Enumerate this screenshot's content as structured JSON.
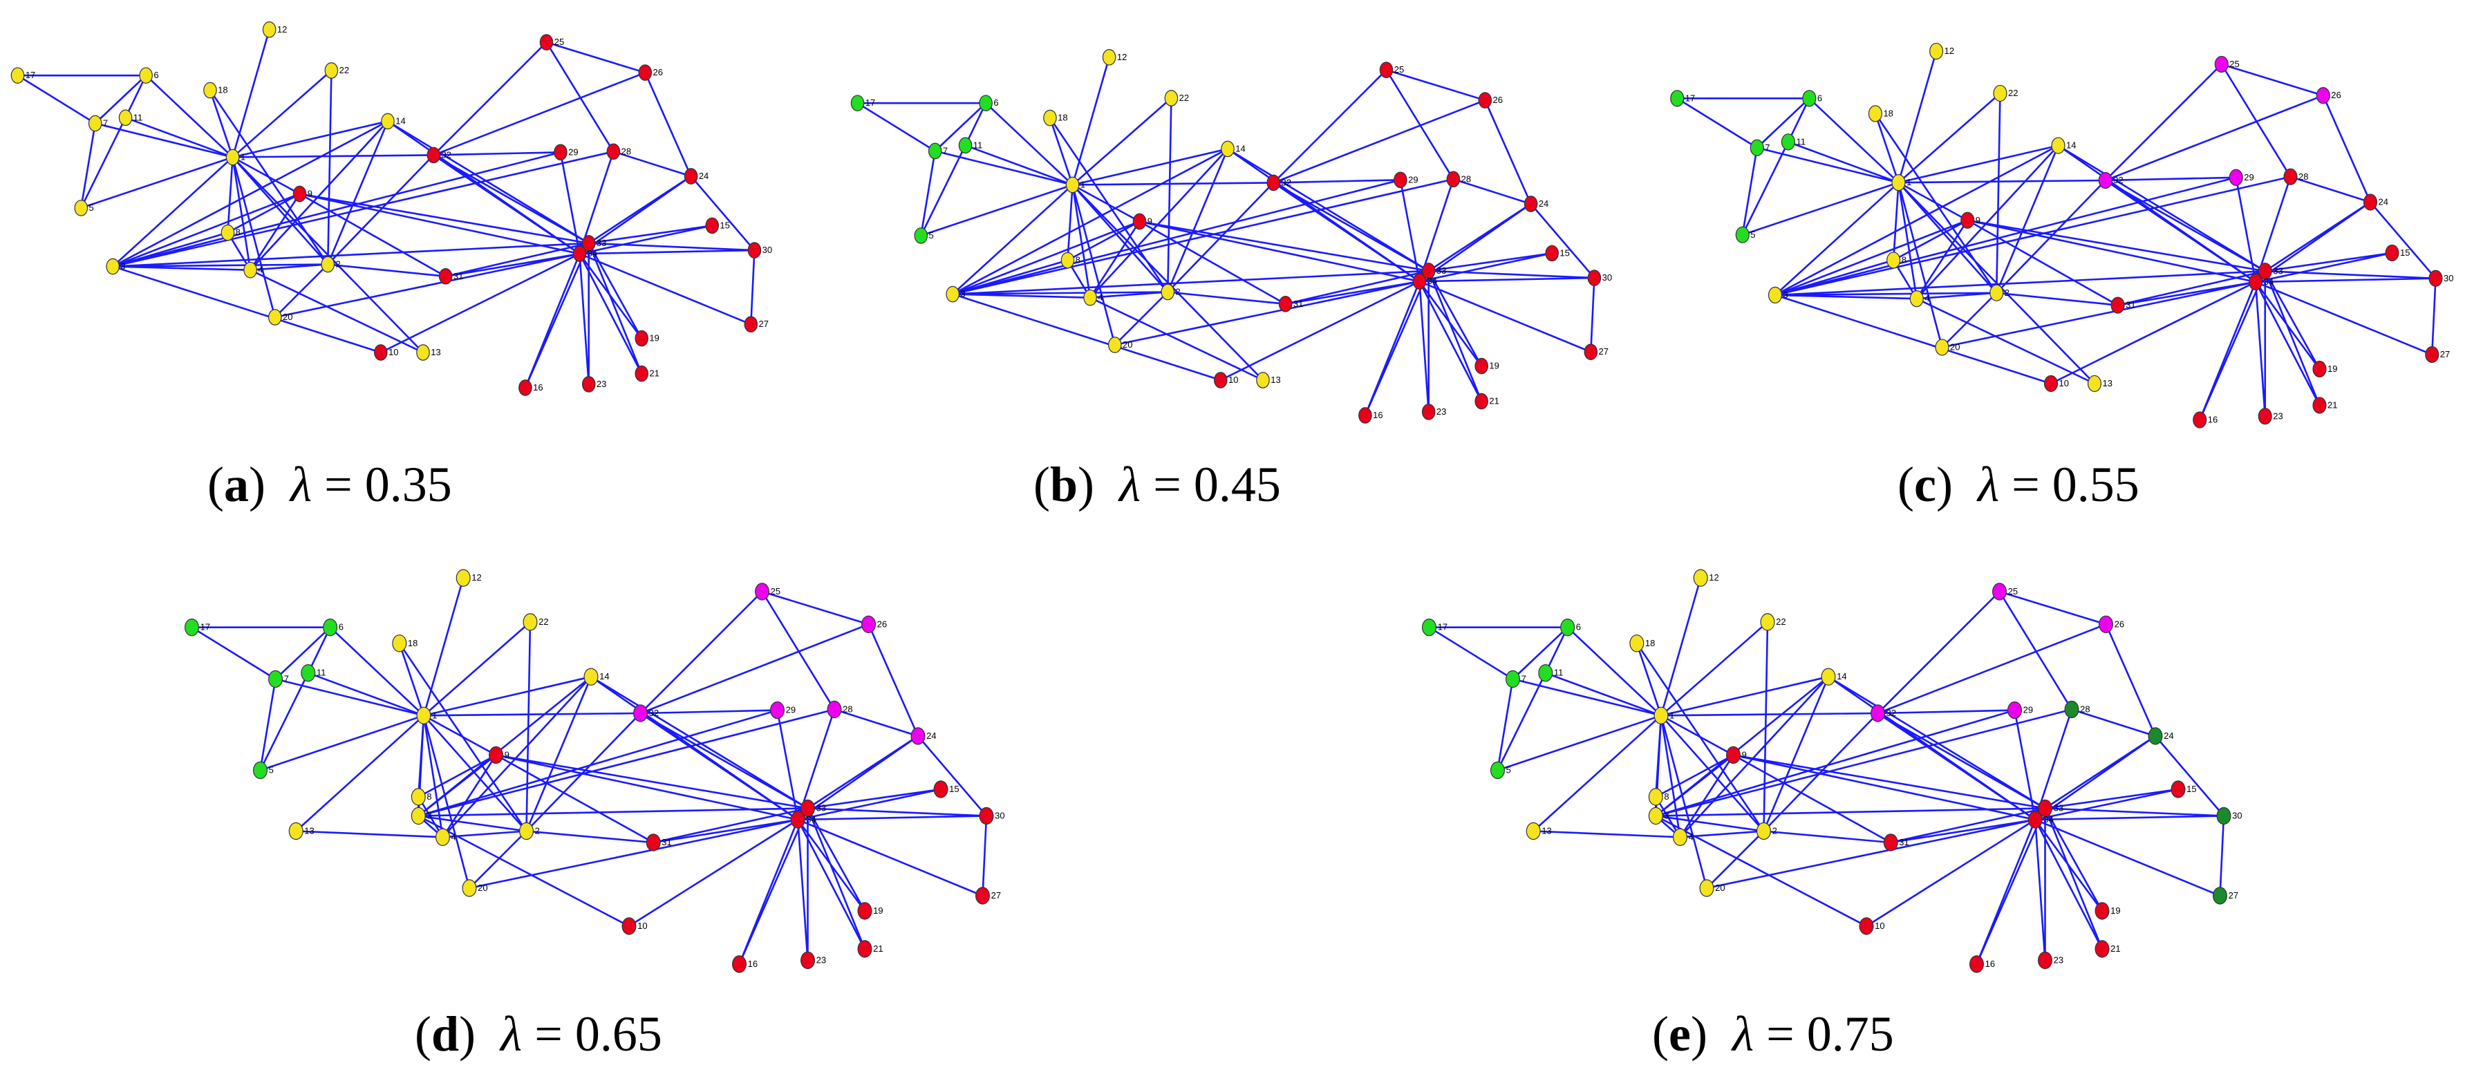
{
  "colors": {
    "edge": "#1a1aff",
    "yellow": "#f5e31e",
    "green": "#22dd22",
    "red": "#e8001c",
    "magenta": "#ee00ee",
    "darkgreen": "#1a8a2a"
  },
  "panels": [
    {
      "id": "a",
      "tag": "a",
      "lambda_symbol": "λ",
      "equals": "=",
      "value": "0.35",
      "groups": {
        "yellow": [
          "1",
          "2",
          "3",
          "4",
          "5",
          "6",
          "7",
          "8",
          "11",
          "12",
          "13",
          "14",
          "17",
          "18",
          "20",
          "22"
        ],
        "red": [
          "9",
          "10",
          "15",
          "16",
          "19",
          "21",
          "23",
          "24",
          "25",
          "26",
          "27",
          "28",
          "29",
          "30",
          "31",
          "32",
          "33",
          "34"
        ]
      }
    },
    {
      "id": "b",
      "tag": "b",
      "lambda_symbol": "λ",
      "equals": "=",
      "value": "0.45",
      "groups": {
        "green": [
          "5",
          "6",
          "7",
          "11",
          "17"
        ],
        "red": [
          "9",
          "10",
          "15",
          "16",
          "19",
          "21",
          "23",
          "24",
          "25",
          "26",
          "27",
          "28",
          "29",
          "30",
          "31",
          "32",
          "33",
          "34"
        ]
      }
    },
    {
      "id": "c",
      "tag": "c",
      "lambda_symbol": "λ",
      "equals": "=",
      "value": "0.55",
      "groups": {
        "green": [
          "5",
          "6",
          "7",
          "11",
          "17"
        ],
        "magenta": [
          "25",
          "26",
          "29",
          "32"
        ]
      }
    },
    {
      "id": "d",
      "tag": "d",
      "lambda_symbol": "λ",
      "equals": "=",
      "value": "0.65",
      "groups": {
        "green": [
          "5",
          "6",
          "7",
          "11",
          "17"
        ],
        "magenta": [
          "24",
          "25",
          "26",
          "28",
          "29",
          "32"
        ]
      }
    },
    {
      "id": "e",
      "tag": "e",
      "lambda_symbol": "λ",
      "equals": "=",
      "value": "0.75",
      "groups": {
        "green": [
          "5",
          "6",
          "7",
          "11",
          "17"
        ],
        "magenta": [
          "25",
          "26",
          "29",
          "32"
        ],
        "darkgreen": [
          "24",
          "27",
          "28",
          "30"
        ]
      }
    }
  ]
}
